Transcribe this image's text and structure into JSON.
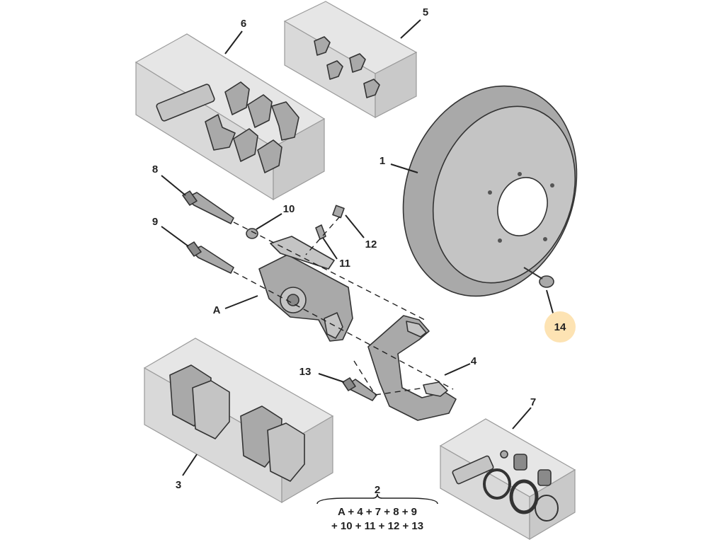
{
  "labels": {
    "p1": "1",
    "p2": "2",
    "p3": "3",
    "p4": "4",
    "p5": "5",
    "p6": "6",
    "p7": "7",
    "p8": "8",
    "p9": "9",
    "p10": "10",
    "p11": "11",
    "p12": "12",
    "p13": "13",
    "p14": "14",
    "pA": "A"
  },
  "formula": {
    "line1": "A + 4 + 7 + 8 + 9",
    "line2": "+ 10 + 11 + 12 + 13"
  },
  "colors": {
    "highlight": "#fde3b3",
    "parts": "#a9a9a9",
    "kit_box": "#d9d9d9"
  }
}
